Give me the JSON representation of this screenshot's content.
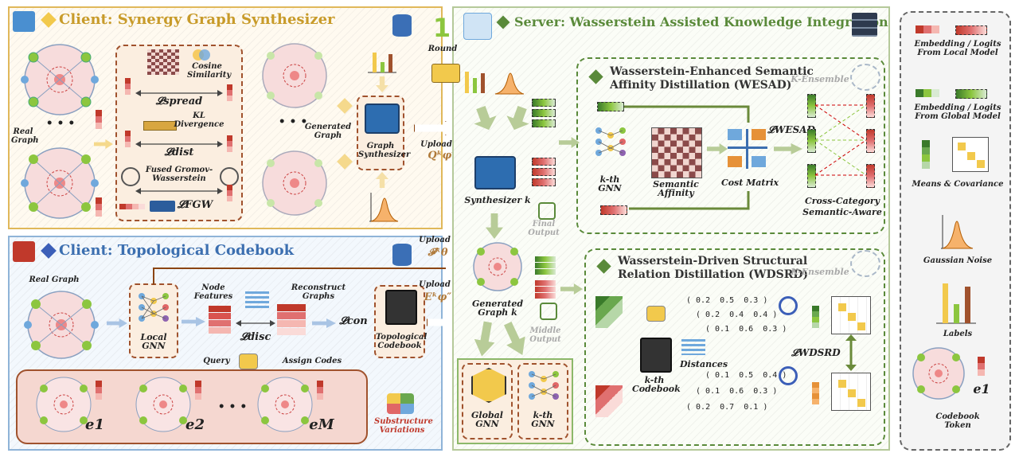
{
  "client_synergy": {
    "title": "Client: Synergy Graph Synthesizer",
    "cosine_label_1": "Cosine",
    "cosine_label_2": "Similarity",
    "loss_spread": "𝓛spread",
    "kl_1": "KL",
    "kl_2": "Divergence",
    "loss_dist": "𝓛dist",
    "fgw_1": "Fused Gromov-",
    "fgw_2": "Wasserstein",
    "loss_fgw": "𝓛FGW",
    "real_graph_1": "Real",
    "real_graph_2": "Graph",
    "dots": "• • •",
    "generated_graph_1": "Generated",
    "generated_graph_2": "Graph",
    "synth_1": "Graph",
    "synth_2": "Synthesizer"
  },
  "client_topo": {
    "title": "Client: Topological Codebook",
    "real_graph": "Real Graph",
    "local_gnn_1": "Local",
    "local_gnn_2": "GNN",
    "node_features_1": "Node",
    "node_features_2": "Features",
    "loss_disc": "𝓛disc",
    "reconstruct_1": "Reconstruct",
    "reconstruct_2": "Graphs",
    "loss_con": "𝓛con",
    "codebook_1": "Topological",
    "codebook_2": "Codebook",
    "query": "Query",
    "assign_codes": "Assign Codes",
    "e1": "e1",
    "e2": "e2",
    "eM": "eM",
    "dots": "• • •",
    "subs_1": "Substructure",
    "subs_2": "Variations"
  },
  "uploads": {
    "upload_1": "Upload",
    "q_symbol": "Qᵏφ′",
    "upload_2": "Upload",
    "f_symbol": "𝓕ᵏθ",
    "upload_3": "Upload",
    "e_symbol": "Eᵏφ″"
  },
  "server": {
    "round_number": "1",
    "round_label": "Round",
    "title": "Server: Wasserstein Assisted Knowledge Integration",
    "synthesizer_k": "Synthesizer k",
    "final_output_1": "Final",
    "final_output_2": "Output",
    "generated_graph_k_1": "Generated",
    "generated_graph_k_2": "Graph k",
    "middle_output_1": "Middle",
    "middle_output_2": "Output",
    "global_gnn_1": "Global",
    "global_gnn_2": "GNN",
    "kth_gnn_1": "k-th",
    "kth_gnn_2": "GNN"
  },
  "wesad": {
    "title_1": "Wasserstein-Enhanced Semantic",
    "title_2": "Affinity Distillation (WESAD)",
    "k_ensemble": "K-Ensemble",
    "kth_gnn_1": "k-th",
    "kth_gnn_2": "GNN",
    "semantic_1": "Semantic",
    "semantic_2": "Affinity",
    "cost_matrix": "Cost Matrix",
    "loss": "𝓛WESAD",
    "cross_1": "Cross-Category",
    "cross_2": "Semantic-Aware"
  },
  "wdsrd": {
    "title_1": "Wasserstein-Driven Structural",
    "title_2": "Relation Distillation (WDSRD)",
    "k_ensemble": "K-Ensemble",
    "m1": "( 0.2  0.5  0.3 )",
    "m2": "( 0.2  0.4  0.4 )",
    "m3": "( 0.1  0.6  0.3 )",
    "m4": "( 0.1  0.5  0.4 )",
    "m5": "( 0.1  0.6  0.3 )",
    "m6": "( 0.2  0.7  0.1 )",
    "distances": "Distances",
    "codebook_1": "k-th",
    "codebook_2": "Codebook",
    "loss": "𝓛WDSRD"
  },
  "legend": {
    "local_1": "Embedding / Logits",
    "local_2": "From Local Model",
    "global_1": "Embedding / Logits",
    "global_2": "From Global Model",
    "means": "Means & Covariance",
    "gaussian": "Gaussian Noise",
    "labels": "Labels",
    "codebook_1": "Codebook",
    "codebook_2": "Token",
    "e1": "e1"
  },
  "colors": {
    "synergy_border": "#e0b85a",
    "topo_border": "#8fb4d8",
    "server_border": "#b5c99a",
    "green_dash": "#5a8a3a",
    "red": "#c0392b",
    "green": "#6aa84f",
    "brown": "#8b4513"
  }
}
